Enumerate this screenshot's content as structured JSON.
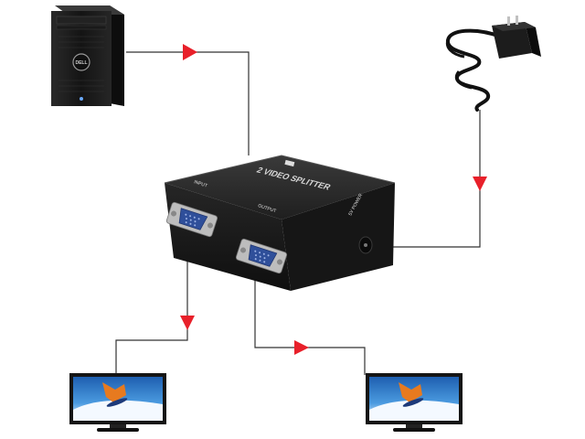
{
  "colors": {
    "background": "#ffffff",
    "wire": "#333333",
    "arrow": "#e8202a",
    "device_body": "#1c1c1c",
    "device_top": "#2a2a2a",
    "vga_blue": "#2f4f9a",
    "metal": "#c8c8c8",
    "pc_case": "#1a1a1a",
    "screen_sky": "#2e7fd0",
    "screen_snow": "#eef6ff"
  },
  "splitter": {
    "brand_text": "2 VIDEO SPLITTER",
    "input_label": "INPUT",
    "output_label": "OUTPUT",
    "power_label": "5V POWER"
  },
  "pc": {
    "logo_text": "DELL"
  },
  "icons": {
    "pc": "desktop-tower-icon",
    "adapter": "power-adapter-icon",
    "monitor": "monitor-icon",
    "arrow": "arrow-icon"
  }
}
